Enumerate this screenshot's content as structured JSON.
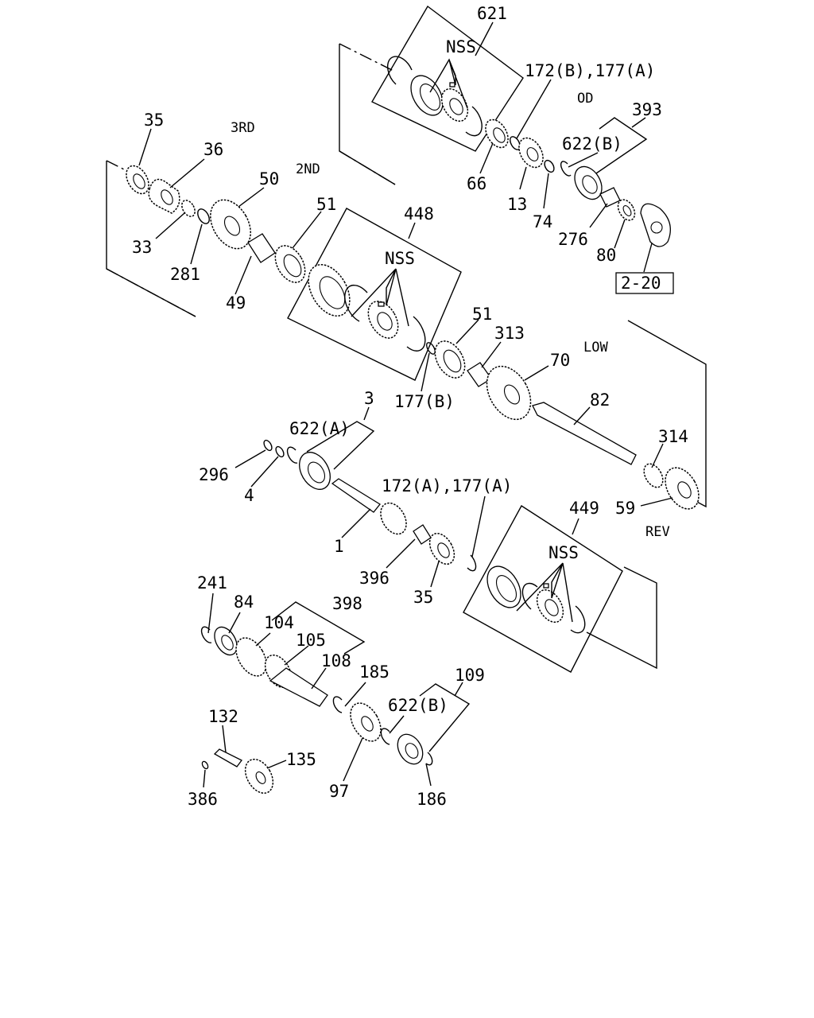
{
  "diagram": {
    "gear_labels": {
      "third": "3RD",
      "second": "2ND",
      "overdrive": "OD",
      "low": "LOW",
      "reverse": "REV"
    },
    "kit_labels": {
      "k621": "NSS",
      "k448": "NSS",
      "k449": "NSS"
    },
    "ref_box": "2-20",
    "callouts": {
      "c621": "621",
      "c172B177A": "172(B),177(A)",
      "c393": "393",
      "c622B_top": "622(B)",
      "c66": "66",
      "c13": "13",
      "c74": "74",
      "c276": "276",
      "c80": "80",
      "c35_top": "35",
      "c36": "36",
      "c33": "33",
      "c50": "50",
      "c281": "281",
      "c49": "49",
      "c51_top": "51",
      "c448": "448",
      "c51_mid": "51",
      "c313": "313",
      "c70": "70",
      "c177B": "177(B)",
      "c82": "82",
      "c314": "314",
      "c59": "59",
      "c3": "3",
      "c622A": "622(A)",
      "c296": "296",
      "c4": "4",
      "c172A177A": "172(A),177(A)",
      "c1": "1",
      "c396": "396",
      "c35_low": "35",
      "c449": "449",
      "c241": "241",
      "c84": "84",
      "c104": "104",
      "c398": "398",
      "c105": "105",
      "c108": "108",
      "c185": "185",
      "c109": "109",
      "c622B_low": "622(B)",
      "c132": "132",
      "c135": "135",
      "c386": "386",
      "c97": "97",
      "c186": "186"
    }
  }
}
